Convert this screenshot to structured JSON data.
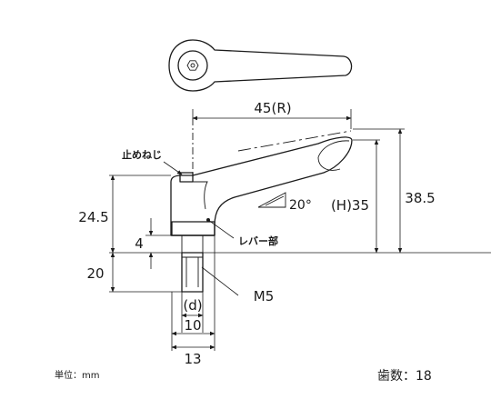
{
  "dimensions": {
    "length_r": "45(R)",
    "height_h": "(H)35",
    "overall_height": "38.5",
    "body_height": "24.5",
    "shoulder": "4",
    "thread_length": "20",
    "hub_d": "(d)",
    "hub_10": "10",
    "hub_13": "13",
    "thread": "M5",
    "angle": "20°"
  },
  "labels": {
    "set_screw": "止めねじ",
    "lever_part": "レバー部"
  },
  "footer": {
    "unit": "単位：mm",
    "teeth": "歯数：18"
  }
}
